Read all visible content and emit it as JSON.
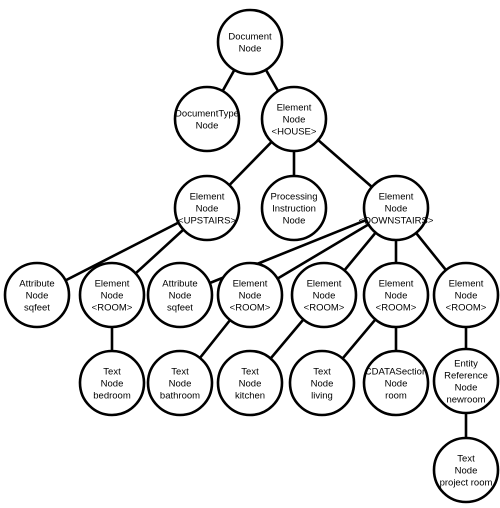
{
  "colors": {
    "stroke": "#000000",
    "fill": "#ffffff",
    "text": "#000000"
  },
  "nodes": [
    {
      "id": "document",
      "lines": [
        "Document",
        "Node"
      ]
    },
    {
      "id": "doctype",
      "lines": [
        "DocumentType",
        "Node"
      ]
    },
    {
      "id": "house",
      "lines": [
        "Element",
        "Node",
        "<HOUSE>"
      ]
    },
    {
      "id": "upstairs",
      "lines": [
        "Element",
        "Node",
        "<UPSTAIRS>"
      ]
    },
    {
      "id": "processing",
      "lines": [
        "Processing",
        "Instruction",
        "Node"
      ]
    },
    {
      "id": "downstairs",
      "lines": [
        "Element",
        "Node",
        "<DOWNSTAIRS>"
      ]
    },
    {
      "id": "attr1",
      "lines": [
        "Attribute",
        "Node",
        "sqfeet"
      ]
    },
    {
      "id": "room1",
      "lines": [
        "Element",
        "Node",
        "<ROOM>"
      ]
    },
    {
      "id": "attr2",
      "lines": [
        "Attribute",
        "Node",
        "sqfeet"
      ]
    },
    {
      "id": "room2",
      "lines": [
        "Element",
        "Node",
        "<ROOM>"
      ]
    },
    {
      "id": "room3",
      "lines": [
        "Element",
        "Node",
        "<ROOM>"
      ]
    },
    {
      "id": "room4",
      "lines": [
        "Element",
        "Node",
        "<ROOM>"
      ]
    },
    {
      "id": "room5",
      "lines": [
        "Element",
        "Node",
        "<ROOM>"
      ]
    },
    {
      "id": "text_bedroom",
      "lines": [
        "Text",
        "Node",
        "bedroom"
      ]
    },
    {
      "id": "text_bathroom",
      "lines": [
        "Text",
        "Node",
        "bathroom"
      ]
    },
    {
      "id": "text_kitchen",
      "lines": [
        "Text",
        "Node",
        "kitchen"
      ]
    },
    {
      "id": "text_living",
      "lines": [
        "Text",
        "Node",
        "living"
      ]
    },
    {
      "id": "cdata",
      "lines": [
        "CDATASection",
        "Node",
        "room"
      ]
    },
    {
      "id": "entity",
      "lines": [
        "Entity",
        "Reference",
        "Node",
        "newroom"
      ]
    },
    {
      "id": "text_project",
      "lines": [
        "Text",
        "Node",
        "project room"
      ]
    }
  ],
  "edges": [
    [
      "document",
      "doctype"
    ],
    [
      "document",
      "house"
    ],
    [
      "house",
      "upstairs"
    ],
    [
      "house",
      "processing"
    ],
    [
      "house",
      "downstairs"
    ],
    [
      "upstairs",
      "attr1"
    ],
    [
      "upstairs",
      "room1"
    ],
    [
      "downstairs",
      "attr2"
    ],
    [
      "downstairs",
      "room2"
    ],
    [
      "downstairs",
      "room3"
    ],
    [
      "downstairs",
      "room4"
    ],
    [
      "downstairs",
      "room5"
    ],
    [
      "room1",
      "text_bedroom"
    ],
    [
      "room2",
      "text_bathroom"
    ],
    [
      "room3",
      "text_kitchen"
    ],
    [
      "room4",
      "text_living"
    ],
    [
      "room4",
      "cdata"
    ],
    [
      "room5",
      "entity"
    ],
    [
      "entity",
      "text_project"
    ]
  ]
}
